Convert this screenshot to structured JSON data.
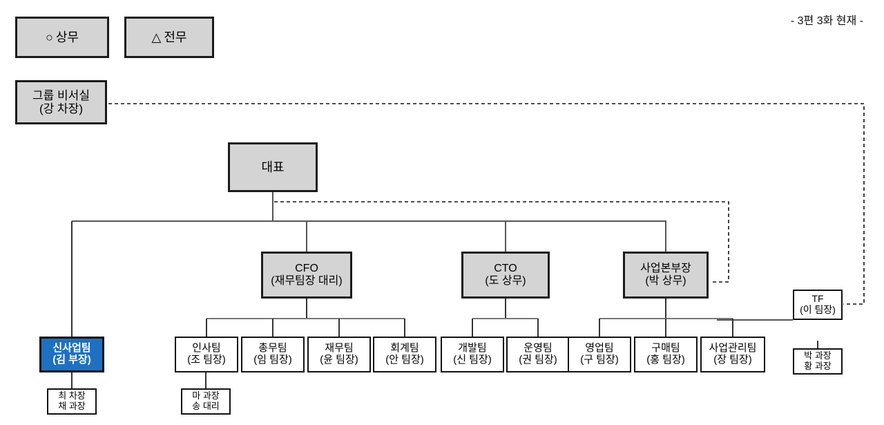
{
  "caption": "- 3편 3화 현재 -",
  "legend": [
    {
      "name": "legend-symbol-circle",
      "symbol": "○",
      "label": "상무"
    },
    {
      "name": "legend-symbol-triangle",
      "symbol": "△",
      "label": "전무"
    }
  ],
  "nodes": {
    "secretariat": {
      "line1": "그룹 비서실",
      "line2": "(강 차장)"
    },
    "ceo": {
      "line1": "대표",
      "line2": ""
    },
    "cfo": {
      "line1": "CFO",
      "line2": "(재무팀장 대리)"
    },
    "cto": {
      "line1": "CTO",
      "line2": "(도 상무)"
    },
    "business_head": {
      "line1": "사업본부장",
      "line2": "(박 상무)"
    },
    "tf": {
      "line1": "TF",
      "line2": "(이 팀장)"
    },
    "tf_staff": {
      "line1": "박 과장",
      "line2": "황 과장"
    },
    "new_business": {
      "line1": "신사업팀",
      "line2": "(김 부장)"
    },
    "new_business_staff": {
      "line1": "최 차장",
      "line2": "채 과장"
    },
    "hr": {
      "line1": "인사팀",
      "line2": "(조 팀장)"
    },
    "general_affairs": {
      "line1": "총무팀",
      "line2": "(임 팀장)"
    },
    "general_affairs_staff": {
      "line1": "마 과장",
      "line2": "송 대리"
    },
    "finance": {
      "line1": "재무팀",
      "line2": "(윤 팀장)"
    },
    "accounting": {
      "line1": "회계팀",
      "line2": "(안 팀장)"
    },
    "development": {
      "line1": "개발팀",
      "line2": "(신 팀장)"
    },
    "operations": {
      "line1": "운영팀",
      "line2": "(권 팀장)"
    },
    "sales": {
      "line1": "영업팀",
      "line2": "(구 팀장)"
    },
    "purchasing": {
      "line1": "구매팀",
      "line2": "(홍 팀장)"
    },
    "business_mgmt": {
      "line1": "사업관리팀",
      "line2": "(장 팀장)"
    }
  },
  "colors": {
    "highlight_fill": "#1f70c1",
    "shaded_fill": "#d4d4d4",
    "border": "#111111",
    "line": "#555555",
    "background": "#ffffff"
  }
}
